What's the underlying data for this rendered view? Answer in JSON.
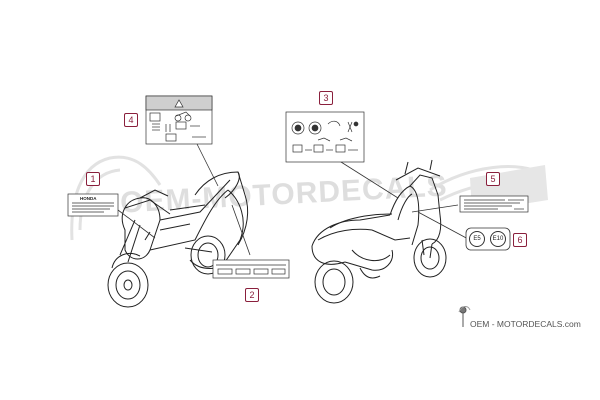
{
  "callouts": [
    {
      "num": "1"
    },
    {
      "num": "2"
    },
    {
      "num": "3"
    },
    {
      "num": "4"
    },
    {
      "num": "5"
    },
    {
      "num": "6"
    }
  ],
  "watermark": {
    "text": "OEM-MOTORDECALS",
    "site": "OEM - MOTORDECALS.com"
  },
  "label1": {
    "brand": "HONDA"
  },
  "label6": {
    "left": "E5",
    "right": "E10"
  },
  "colors": {
    "callout": "#8a1f3c",
    "line": "#333333",
    "watermark": "#d9d9d9"
  }
}
